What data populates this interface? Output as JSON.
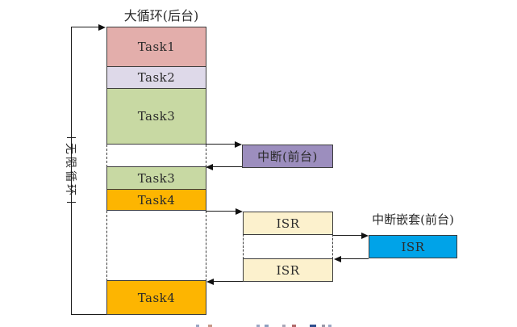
{
  "diagram": {
    "title": "大循环(后台)",
    "loop_label": "无限循环",
    "nested_title": "中断嵌套(前台)",
    "blocks": {
      "task1": {
        "label": "Task1",
        "color": "#e3aeab"
      },
      "task2": {
        "label": "Task2",
        "color": "#ded9e9"
      },
      "task3": {
        "label": "Task3",
        "color": "#c8d9a3"
      },
      "task3b": {
        "label": "Task3",
        "color": "#c8d9a3"
      },
      "task4": {
        "label": "Task4",
        "color": "#fdb501"
      },
      "task4b": {
        "label": "Task4",
        "color": "#fdb501"
      },
      "interrupt": {
        "label": "中断(前台)",
        "color": "#9c8ebe"
      },
      "isr1": {
        "label": "ISR",
        "color": "#fcf1cd"
      },
      "isr2": {
        "label": "ISR",
        "color": "#fcf1cd"
      },
      "isr_nested": {
        "label": "ISR",
        "color": "#00a3e8"
      }
    },
    "colors": {
      "block_border": "#3d3d3d",
      "line": "#1a1a1a",
      "text": "#2b2b2b",
      "background": "#ffffff"
    }
  }
}
